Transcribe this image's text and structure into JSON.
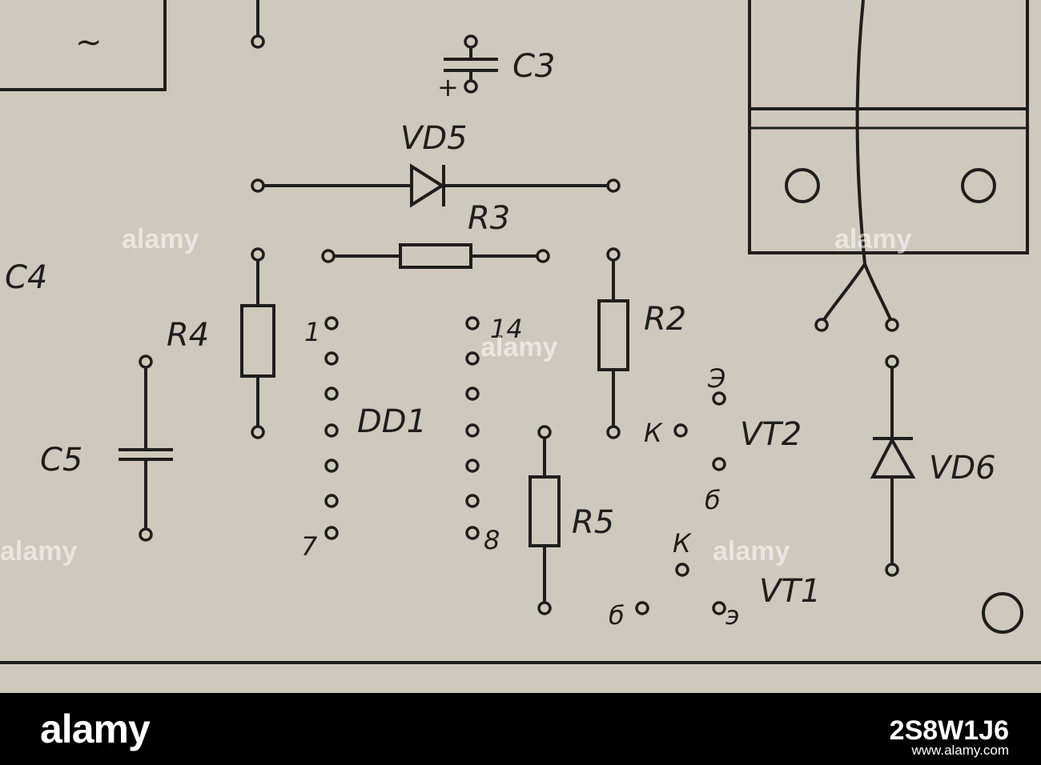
{
  "diagram": {
    "components": {
      "c3": "C3",
      "c3_polarity": "+",
      "vd5": "VD5",
      "r3": "R3",
      "c4": "C4",
      "r4": "R4",
      "r2": "R2",
      "dd1": "DD1",
      "c5": "C5",
      "r5": "R5",
      "vt2": "VT2",
      "vt1": "VT1",
      "vd6": "VD6",
      "ac_symbol": "~"
    },
    "pins": {
      "dd1_pin1": "1",
      "dd1_pin14": "14",
      "dd1_pin7": "7",
      "dd1_pin8": "8",
      "vt2_e": "Э",
      "vt2_k": "К",
      "vt2_b": "б",
      "vt1_k": "К",
      "vt1_b": "б",
      "vt1_e": "э"
    },
    "watermark": "alamy"
  },
  "footer": {
    "logo": "alamy",
    "image_id": "2S8W1J6",
    "url": "www.alamy.com"
  }
}
